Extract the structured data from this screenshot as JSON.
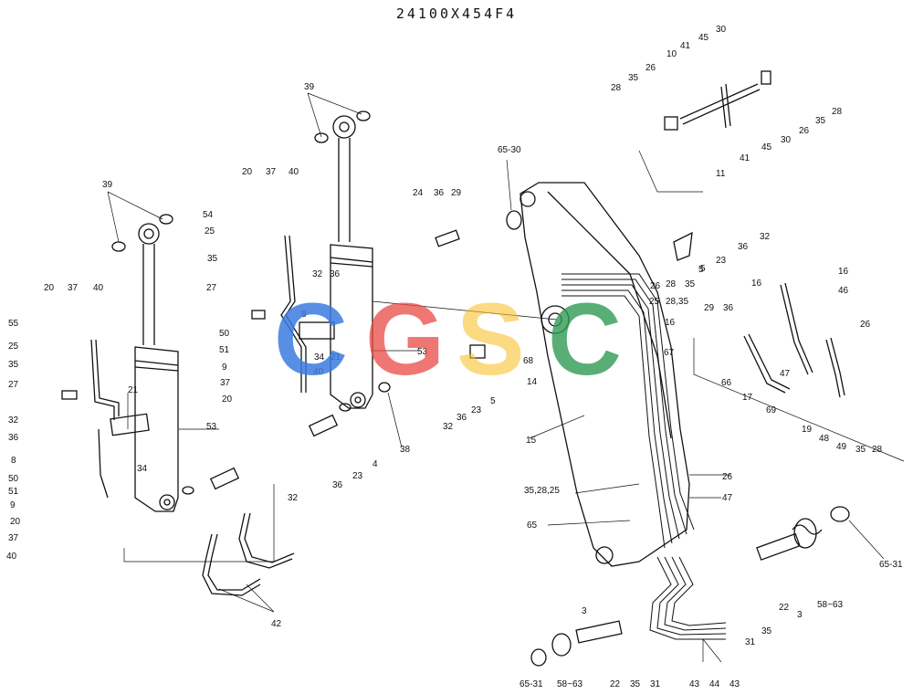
{
  "title": "24100X454F4",
  "watermark_text": "CGSC",
  "watermark_colors": [
    "#3b7be0",
    "#ea4a44",
    "#f8c22f",
    "#2f9a54"
  ],
  "callouts": [
    "39",
    "39",
    "20",
    "37",
    "40",
    "54",
    "25",
    "35",
    "27",
    "32",
    "36",
    "8",
    "34",
    "21",
    "50",
    "51",
    "9",
    "37",
    "20",
    "40",
    "53",
    "20",
    "37",
    "40",
    "55",
    "25",
    "35",
    "27",
    "21",
    "32",
    "36",
    "8",
    "34",
    "50",
    "51",
    "9",
    "20",
    "37",
    "40",
    "53",
    "42",
    "23",
    "4",
    "36",
    "32",
    "38",
    "24",
    "36",
    "29",
    "65-30",
    "5",
    "23",
    "36",
    "32",
    "14",
    "68",
    "5",
    "15",
    "67",
    "16",
    "26",
    "28",
    "35",
    "25",
    "28,35",
    "35,28,25",
    "65",
    "26",
    "47",
    "28",
    "35",
    "26",
    "10",
    "41",
    "45",
    "30",
    "28",
    "35",
    "26",
    "30",
    "45",
    "41",
    "11",
    "32",
    "36",
    "23",
    "5",
    "16",
    "16",
    "46",
    "29",
    "36",
    "26",
    "66",
    "17",
    "47",
    "69",
    "19",
    "48",
    "49",
    "35",
    "28",
    "65-31",
    "58~63",
    "3",
    "22",
    "35",
    "31",
    "65-31",
    "58~63",
    "3",
    "22",
    "35",
    "31",
    "43",
    "44",
    "43"
  ]
}
